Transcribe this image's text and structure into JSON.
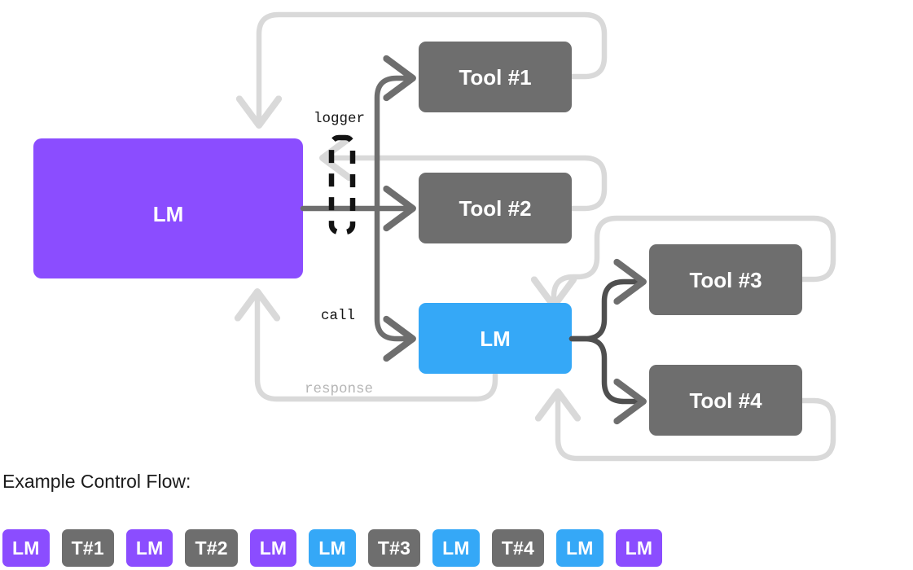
{
  "colors": {
    "purple": "#8b4dff",
    "blue": "#35a8f7",
    "gray": "#6e6e6e",
    "light_gray_edge": "#d9d9d9",
    "dark_gray_edge": "#6e6e6e",
    "label_dark": "#131313",
    "label_light": "#b5b5b5",
    "background": "#ffffff",
    "node_text": "#ffffff"
  },
  "diagram": {
    "nodes": {
      "outer_lm": {
        "label": "LM",
        "color": "#8b4dff"
      },
      "tool1": {
        "label": "Tool #1",
        "color": "#6e6e6e"
      },
      "tool2": {
        "label": "Tool #2",
        "color": "#6e6e6e"
      },
      "inner_lm": {
        "label": "LM",
        "color": "#35a8f7"
      },
      "tool3": {
        "label": "Tool #3",
        "color": "#6e6e6e"
      },
      "tool4": {
        "label": "Tool #4",
        "color": "#6e6e6e"
      }
    },
    "edge_labels": {
      "logger": "logger",
      "call": "call",
      "response": "response"
    }
  },
  "flow": {
    "title": "Example Control Flow:",
    "steps": [
      {
        "label": "LM",
        "color": "#8b4dff"
      },
      {
        "label": "T#1",
        "color": "#6e6e6e"
      },
      {
        "label": "LM",
        "color": "#8b4dff"
      },
      {
        "label": "T#2",
        "color": "#6e6e6e"
      },
      {
        "label": "LM",
        "color": "#8b4dff"
      },
      {
        "label": "LM",
        "color": "#35a8f7"
      },
      {
        "label": "T#3",
        "color": "#6e6e6e"
      },
      {
        "label": "LM",
        "color": "#35a8f7"
      },
      {
        "label": "T#4",
        "color": "#6e6e6e"
      },
      {
        "label": "LM",
        "color": "#35a8f7"
      },
      {
        "label": "LM",
        "color": "#8b4dff"
      }
    ]
  }
}
